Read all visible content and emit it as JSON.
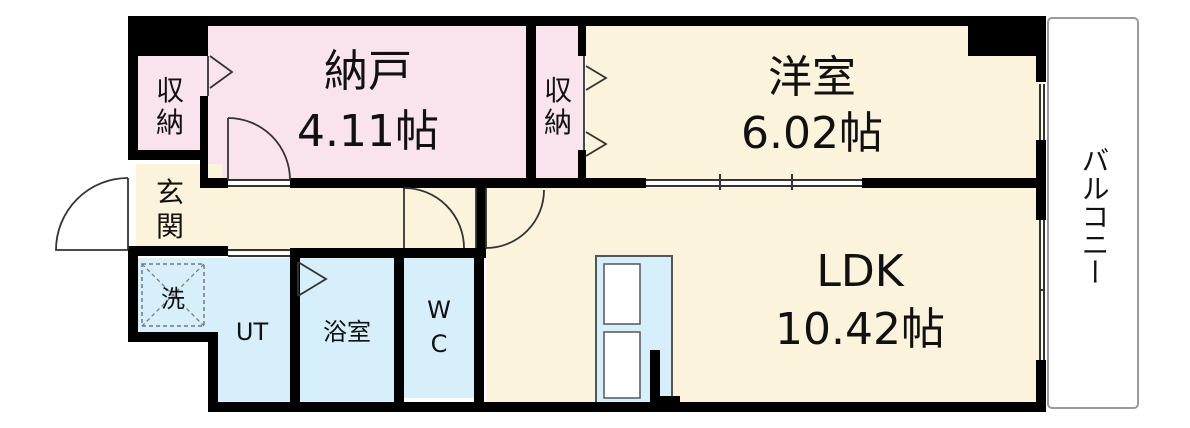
{
  "plan": {
    "rooms": {
      "nando": {
        "name": "納戸",
        "area": "4.11帖"
      },
      "yoshitsu": {
        "name": "洋室",
        "area": "6.02帖"
      },
      "ldk": {
        "name": "LDK",
        "area": "10.42帖"
      },
      "shuno_left": {
        "line1": "収",
        "line2": "納"
      },
      "shuno_mid": {
        "line1": "収",
        "line2": "納"
      },
      "genkan": {
        "line1": "玄",
        "line2": "関"
      },
      "sentaku": {
        "label": "洗"
      },
      "ut": {
        "label": "UT"
      },
      "yokushitsu": {
        "label": "浴室"
      },
      "wc": {
        "line1": "W",
        "line2": "C"
      }
    },
    "balcony": {
      "label": "バルコニー"
    },
    "colors": {
      "pink": "#f9e4ee",
      "cream": "#fcf3dc",
      "blue": "#d6effa",
      "wall": "#000000"
    }
  }
}
